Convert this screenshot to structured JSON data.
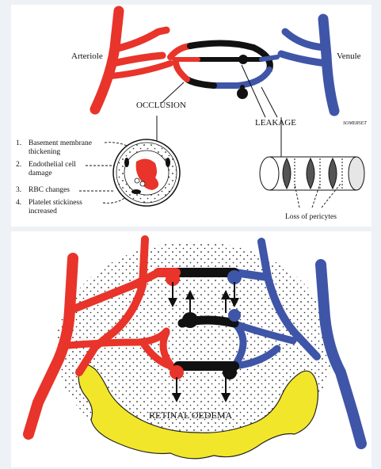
{
  "top_diagram": {
    "arteriole_label": "Arteriole",
    "venule_label": "Venule",
    "occlusion_label": "OCCLUSION",
    "leakage_label": "LEAKAGE",
    "signature": "SOMERSET",
    "occlusion_causes": [
      {
        "num": "1.",
        "lines": [
          "Basement membrane",
          "thickening"
        ]
      },
      {
        "num": "2.",
        "lines": [
          "Endothelial cell",
          "damage"
        ]
      },
      {
        "num": "3.",
        "lines": [
          "RBC changes"
        ]
      },
      {
        "num": "4.",
        "lines": [
          "Platelet stickiness",
          "increased"
        ]
      }
    ],
    "pericytes_label": "Loss of pericytes"
  },
  "bottom_diagram": {
    "oedema_label": "RETINAL OEDEMA"
  },
  "colors": {
    "artery": "#e8342a",
    "vein": "#3f55a8",
    "occluded": "#111111",
    "oedema": "#f2e62a"
  }
}
